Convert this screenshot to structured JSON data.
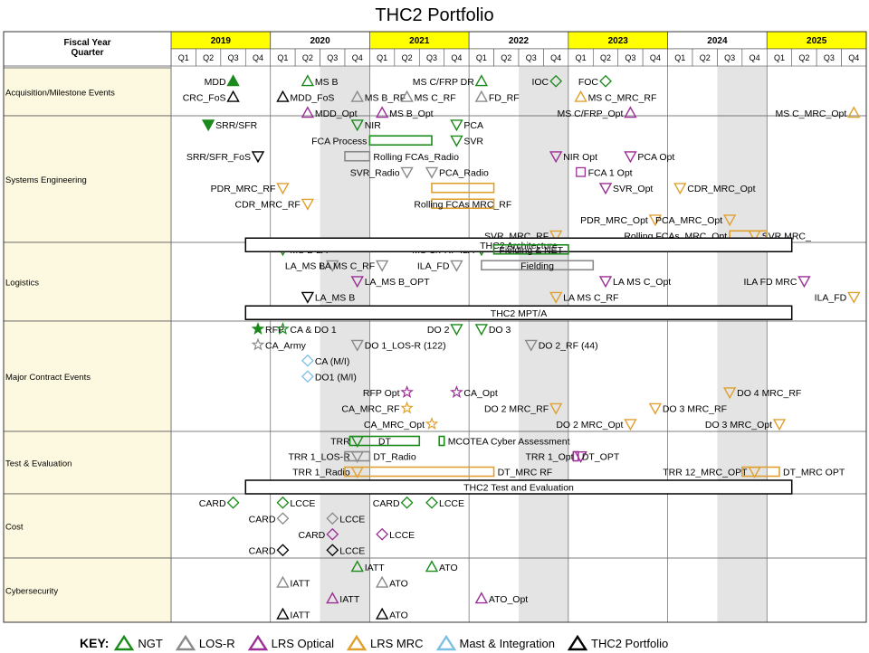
{
  "title": "THC2 Portfolio",
  "header": {
    "fiscal_label": "Fiscal Year\nQuarter",
    "years": [
      "2019",
      "2020",
      "2021",
      "2022",
      "2023",
      "2024",
      "2025"
    ],
    "highlight_years": [
      "2019",
      "2021",
      "2023",
      "2025"
    ],
    "quarters": [
      "Q1",
      "Q2",
      "Q3",
      "Q4"
    ]
  },
  "colors": {
    "NGT": "#1a8a1a",
    "LOS-R": "#8a8a8a",
    "LRS Optical": "#9b2f96",
    "LRS MRC": "#e0a030",
    "Mast & Integration": "#7ec0e4",
    "THC2 Portfolio": "#000000",
    "year_highlight": "#ffff00",
    "shade": "#e4e4e4"
  },
  "sections": [
    {
      "name": "Acquisition/Milestone Events",
      "rows": 3
    },
    {
      "name": "Systems Engineering",
      "rows": 8
    },
    {
      "name": "Logistics",
      "rows": 5
    },
    {
      "name": "Major Contract Events",
      "rows": 7
    },
    {
      "name": "Test & Evaluation",
      "rows": 4
    },
    {
      "name": "Cost",
      "rows": 4
    },
    {
      "name": "Cybersecurity",
      "rows": 4
    }
  ],
  "events": [
    {
      "s": 0,
      "r": 0,
      "q": 2,
      "shape": "tri-up",
      "fill": true,
      "c": "NGT",
      "label": "MDD",
      "side": "left"
    },
    {
      "s": 0,
      "r": 0,
      "q": 5,
      "shape": "tri-up",
      "c": "NGT",
      "label": "MS B",
      "side": "right"
    },
    {
      "s": 0,
      "r": 0,
      "q": 12,
      "shape": "tri-up",
      "c": "NGT",
      "label": "MS C/FRP DR",
      "side": "left"
    },
    {
      "s": 0,
      "r": 0,
      "q": 15,
      "shape": "diamond",
      "c": "NGT",
      "label": "IOC",
      "side": "left"
    },
    {
      "s": 0,
      "r": 0,
      "q": 17,
      "shape": "diamond",
      "c": "NGT",
      "label": "FOC",
      "side": "left"
    },
    {
      "s": 0,
      "r": 1,
      "q": 2,
      "shape": "tri-up",
      "c": "THC2 Portfolio",
      "label": "CRC_FoS",
      "side": "left"
    },
    {
      "s": 0,
      "r": 1,
      "q": 4,
      "shape": "tri-up",
      "c": "THC2 Portfolio",
      "label": "MDD_FoS",
      "side": "right"
    },
    {
      "s": 0,
      "r": 1,
      "q": 7,
      "shape": "tri-up",
      "c": "LOS-R",
      "label": "MS B_RF",
      "side": "right"
    },
    {
      "s": 0,
      "r": 1,
      "q": 9,
      "shape": "tri-up",
      "c": "LOS-R",
      "label": "MS C_RF",
      "side": "right"
    },
    {
      "s": 0,
      "r": 1,
      "q": 12,
      "shape": "tri-up",
      "c": "LOS-R",
      "label": "FD_RF",
      "side": "right"
    },
    {
      "s": 0,
      "r": 1,
      "q": 16,
      "shape": "tri-up",
      "c": "LRS MRC",
      "label": "MS C_MRC_RF",
      "side": "right"
    },
    {
      "s": 0,
      "r": 2,
      "q": 5,
      "shape": "tri-up",
      "c": "LRS Optical",
      "label": "MDD_Opt",
      "side": "right"
    },
    {
      "s": 0,
      "r": 2,
      "q": 8,
      "shape": "tri-up",
      "c": "LRS Optical",
      "label": "MS B_Opt",
      "side": "right"
    },
    {
      "s": 0,
      "r": 2,
      "q": 18,
      "shape": "tri-up",
      "c": "LRS Optical",
      "label": "MS C/FRP_Opt",
      "side": "left"
    },
    {
      "s": 0,
      "r": 2,
      "q": 27,
      "shape": "tri-up",
      "c": "LRS MRC",
      "label": "MS C_MRC_Opt",
      "side": "left"
    },
    {
      "s": 1,
      "r": 0,
      "q": 1,
      "shape": "tri-down",
      "fill": true,
      "c": "NGT",
      "label": "SRR/SFR",
      "side": "right"
    },
    {
      "s": 1,
      "r": 0,
      "q": 7,
      "shape": "tri-down",
      "c": "NGT",
      "label": "NIR",
      "side": "right"
    },
    {
      "s": 1,
      "r": 0,
      "q": 11,
      "shape": "tri-down",
      "c": "NGT",
      "label": "PCA",
      "side": "right"
    },
    {
      "s": 1,
      "r": 1,
      "q": 11,
      "shape": "tri-down",
      "c": "NGT",
      "label": "SVR",
      "side": "right"
    },
    {
      "s": 1,
      "r": 2,
      "q": 3,
      "shape": "tri-down",
      "c": "THC2 Portfolio",
      "label": "SRR/SFR_FoS",
      "side": "left"
    },
    {
      "s": 1,
      "r": 2,
      "q": 15,
      "shape": "tri-down",
      "c": "LRS Optical",
      "label": "NIR Opt",
      "side": "right"
    },
    {
      "s": 1,
      "r": 2,
      "q": 18,
      "shape": "tri-down",
      "c": "LRS Optical",
      "label": "PCA Opt",
      "side": "right"
    },
    {
      "s": 1,
      "r": 3,
      "q": 9,
      "shape": "tri-down",
      "c": "LOS-R",
      "label": "SVR_Radio",
      "side": "left"
    },
    {
      "s": 1,
      "r": 3,
      "q": 10,
      "shape": "tri-down",
      "c": "LOS-R",
      "label": "PCA_Radio",
      "side": "right"
    },
    {
      "s": 1,
      "r": 3,
      "q": 16,
      "shape": "square",
      "c": "LRS Optical",
      "label": "FCA 1 Opt",
      "side": "right"
    },
    {
      "s": 1,
      "r": 4,
      "q": 4,
      "shape": "tri-down",
      "c": "LRS MRC",
      "label": "PDR_MRC_RF",
      "side": "left"
    },
    {
      "s": 1,
      "r": 4,
      "q": 17,
      "shape": "tri-down",
      "c": "LRS Optical",
      "label": "SVR_Opt",
      "side": "right"
    },
    {
      "s": 1,
      "r": 4,
      "q": 20,
      "shape": "tri-down",
      "c": "LRS MRC",
      "label": "CDR_MRC_Opt",
      "side": "right"
    },
    {
      "s": 1,
      "r": 5,
      "q": 5,
      "shape": "tri-down",
      "c": "LRS MRC",
      "label": "CDR_MRC_RF",
      "side": "left"
    },
    {
      "s": 1,
      "r": 6,
      "q": 19,
      "shape": "tri-down",
      "c": "LRS MRC",
      "label": "PDR_MRC_Opt",
      "side": "left"
    },
    {
      "s": 1,
      "r": 6,
      "q": 22,
      "shape": "tri-down",
      "c": "LRS MRC",
      "label": "PCA_MRC_Opt",
      "side": "left"
    },
    {
      "s": 1,
      "r": 7,
      "q": 15,
      "shape": "tri-down",
      "c": "LRS MRC",
      "label": "SVR_MRC_RF",
      "side": "left"
    },
    {
      "s": 1,
      "r": 7,
      "q": 23,
      "shape": "tri-down",
      "c": "LRS MRC",
      "label": "SVR MRC_",
      "side": "right"
    },
    {
      "s": 2,
      "r": 0,
      "q": 4,
      "shape": "tri-down",
      "c": "NGT",
      "label": "MS B LA",
      "side": "right"
    },
    {
      "s": 2,
      "r": 0,
      "q": 12,
      "shape": "tri-down",
      "c": "NGT",
      "label": "MS C/FRP ILA",
      "side": "left"
    },
    {
      "s": 2,
      "r": 1,
      "q": 6,
      "shape": "tri-down",
      "c": "LOS-R",
      "label": "LA_MS B",
      "side": "left"
    },
    {
      "s": 2,
      "r": 1,
      "q": 8,
      "shape": "tri-down",
      "c": "LOS-R",
      "label": "LA MS C_RF",
      "side": "left"
    },
    {
      "s": 2,
      "r": 1,
      "q": 11,
      "shape": "tri-down",
      "c": "LOS-R",
      "label": "ILA_FD",
      "side": "left"
    },
    {
      "s": 2,
      "r": 2,
      "q": 7,
      "shape": "tri-down",
      "c": "LRS Optical",
      "label": "LA_MS B_OPT",
      "side": "right"
    },
    {
      "s": 2,
      "r": 2,
      "q": 17,
      "shape": "tri-down",
      "c": "LRS Optical",
      "label": "LA MS C_Opt",
      "side": "right"
    },
    {
      "s": 2,
      "r": 2,
      "q": 25,
      "shape": "tri-down",
      "c": "LRS Optical",
      "label": "ILA FD MRC",
      "side": "left"
    },
    {
      "s": 2,
      "r": 3,
      "q": 5,
      "shape": "tri-down",
      "c": "THC2 Portfolio",
      "label": "LA_MS B",
      "side": "right"
    },
    {
      "s": 2,
      "r": 3,
      "q": 15,
      "shape": "tri-down",
      "c": "LRS MRC",
      "label": "LA MS C_RF",
      "side": "right"
    },
    {
      "s": 2,
      "r": 3,
      "q": 27,
      "shape": "tri-down",
      "c": "LRS MRC",
      "label": "ILA_FD",
      "side": "left"
    },
    {
      "s": 3,
      "r": 0,
      "q": 3,
      "shape": "star",
      "fill": true,
      "c": "NGT",
      "label": "RFP",
      "side": "right"
    },
    {
      "s": 3,
      "r": 0,
      "q": 4,
      "shape": "star",
      "c": "NGT",
      "label": "CA & DO 1",
      "side": "right"
    },
    {
      "s": 3,
      "r": 0,
      "q": 11,
      "shape": "tri-down",
      "c": "NGT",
      "label": "DO 2",
      "side": "left"
    },
    {
      "s": 3,
      "r": 0,
      "q": 12,
      "shape": "tri-down",
      "c": "NGT",
      "label": "DO 3",
      "side": "right"
    },
    {
      "s": 3,
      "r": 1,
      "q": 3,
      "shape": "star",
      "c": "LOS-R",
      "label": "CA_Army",
      "side": "right"
    },
    {
      "s": 3,
      "r": 1,
      "q": 7,
      "shape": "tri-down",
      "c": "LOS-R",
      "label": "DO 1_LOS-R (122)",
      "side": "right"
    },
    {
      "s": 3,
      "r": 1,
      "q": 14,
      "shape": "tri-down",
      "c": "LOS-R",
      "label": "DO 2_RF (44)",
      "side": "right"
    },
    {
      "s": 3,
      "r": 2,
      "q": 5,
      "shape": "diamond",
      "c": "Mast & Integration",
      "label": "CA (M/I)",
      "side": "right"
    },
    {
      "s": 3,
      "r": 3,
      "q": 5,
      "shape": "diamond",
      "c": "Mast & Integration",
      "label": "DO1 (M/I)",
      "side": "right"
    },
    {
      "s": 3,
      "r": 4,
      "q": 9,
      "shape": "star",
      "c": "LRS Optical",
      "label": "RFP Opt",
      "side": "left"
    },
    {
      "s": 3,
      "r": 4,
      "q": 11,
      "shape": "star",
      "c": "LRS Optical",
      "label": "CA_Opt",
      "side": "right"
    },
    {
      "s": 3,
      "r": 4,
      "q": 22,
      "shape": "tri-down",
      "c": "LRS MRC",
      "label": "DO 4 MRC_RF",
      "side": "right"
    },
    {
      "s": 3,
      "r": 5,
      "q": 9,
      "shape": "star",
      "c": "LRS MRC",
      "label": "CA_MRC_RF",
      "side": "left"
    },
    {
      "s": 3,
      "r": 5,
      "q": 15,
      "shape": "tri-down",
      "c": "LRS MRC",
      "label": "DO 2 MRC_RF",
      "side": "left"
    },
    {
      "s": 3,
      "r": 5,
      "q": 19,
      "shape": "tri-down",
      "c": "LRS MRC",
      "label": "DO 3 MRC_RF",
      "side": "right"
    },
    {
      "s": 3,
      "r": 6,
      "q": 10,
      "shape": "star",
      "c": "LRS MRC",
      "label": "CA_MRC_Opt",
      "side": "left"
    },
    {
      "s": 3,
      "r": 6,
      "q": 18,
      "shape": "tri-down",
      "c": "LRS MRC",
      "label": "DO 2 MRC_Opt",
      "side": "left"
    },
    {
      "s": 3,
      "r": 6,
      "q": 24,
      "shape": "tri-down",
      "c": "LRS MRC",
      "label": "DO 3 MRC_Opt",
      "side": "left"
    },
    {
      "s": 4,
      "r": 0,
      "q": 7,
      "shape": "tri-down",
      "c": "NGT",
      "label": "TRR",
      "side": "left"
    },
    {
      "s": 4,
      "r": 1,
      "q": 7,
      "shape": "tri-down",
      "c": "LOS-R",
      "label": "TRR 1_LOS-R",
      "side": "left"
    },
    {
      "s": 4,
      "r": 1,
      "q": 16,
      "shape": "tri-down",
      "c": "LRS Optical",
      "label": "TRR 1_Opt",
      "side": "left"
    },
    {
      "s": 4,
      "r": 2,
      "q": 7,
      "shape": "tri-down",
      "c": "LRS MRC",
      "label": "TRR 1_Radio",
      "side": "left"
    },
    {
      "s": 4,
      "r": 2,
      "q": 23,
      "shape": "tri-down",
      "c": "LRS MRC",
      "label": "TRR 12_MRC_OPT",
      "side": "left"
    },
    {
      "s": 5,
      "r": 0,
      "q": 2,
      "shape": "diamond",
      "c": "NGT",
      "label": "CARD",
      "side": "left"
    },
    {
      "s": 5,
      "r": 0,
      "q": 4,
      "shape": "diamond",
      "c": "NGT",
      "label": "LCCE",
      "side": "right"
    },
    {
      "s": 5,
      "r": 0,
      "q": 9,
      "shape": "diamond",
      "c": "NGT",
      "label": "CARD",
      "side": "left"
    },
    {
      "s": 5,
      "r": 0,
      "q": 10,
      "shape": "diamond",
      "c": "NGT",
      "label": "LCCE",
      "side": "right"
    },
    {
      "s": 5,
      "r": 1,
      "q": 4,
      "shape": "diamond",
      "c": "LOS-R",
      "label": "CARD",
      "side": "left"
    },
    {
      "s": 5,
      "r": 1,
      "q": 6,
      "shape": "diamond",
      "c": "LOS-R",
      "label": "LCCE",
      "side": "right"
    },
    {
      "s": 5,
      "r": 2,
      "q": 6,
      "shape": "diamond",
      "c": "LRS Optical",
      "label": "CARD",
      "side": "left"
    },
    {
      "s": 5,
      "r": 2,
      "q": 8,
      "shape": "diamond",
      "c": "LRS Optical",
      "label": "LCCE",
      "side": "right"
    },
    {
      "s": 5,
      "r": 3,
      "q": 4,
      "shape": "diamond",
      "c": "THC2 Portfolio",
      "label": "CARD",
      "side": "left"
    },
    {
      "s": 5,
      "r": 3,
      "q": 6,
      "shape": "diamond",
      "c": "THC2 Portfolio",
      "label": "LCCE",
      "side": "right"
    },
    {
      "s": 6,
      "r": 0,
      "q": 7,
      "shape": "tri-up",
      "c": "NGT",
      "label": "IATT",
      "side": "right"
    },
    {
      "s": 6,
      "r": 0,
      "q": 10,
      "shape": "tri-up",
      "c": "NGT",
      "label": "ATO",
      "side": "right"
    },
    {
      "s": 6,
      "r": 1,
      "q": 4,
      "shape": "tri-up",
      "c": "LOS-R",
      "label": "IATT",
      "side": "right"
    },
    {
      "s": 6,
      "r": 1,
      "q": 8,
      "shape": "tri-up",
      "c": "LOS-R",
      "label": "ATO",
      "side": "right"
    },
    {
      "s": 6,
      "r": 2,
      "q": 6,
      "shape": "tri-up",
      "c": "LRS Optical",
      "label": "IATT",
      "side": "right"
    },
    {
      "s": 6,
      "r": 2,
      "q": 12,
      "shape": "tri-up",
      "c": "LRS Optical",
      "label": "ATO_Opt",
      "side": "right"
    },
    {
      "s": 6,
      "r": 3,
      "q": 4,
      "shape": "tri-up",
      "c": "THC2 Portfolio",
      "label": "IATT",
      "side": "right"
    },
    {
      "s": 6,
      "r": 3,
      "q": 8,
      "shape": "tri-up",
      "c": "THC2 Portfolio",
      "label": "ATO",
      "side": "right"
    }
  ],
  "bars": [
    {
      "s": 1,
      "r": 1,
      "q0": 8,
      "q1": 10.5,
      "c": "NGT",
      "label": "FCA Process",
      "side": "left"
    },
    {
      "s": 1,
      "r": 2,
      "q0": 7,
      "q1": 8,
      "c": "LOS-R",
      "label": "Rolling FCAs_Radio",
      "side": "right"
    },
    {
      "s": 1,
      "r": 4,
      "q0": 10.5,
      "q1": 13,
      "c": "LRS MRC",
      "label": "",
      "side": "right"
    },
    {
      "s": 1,
      "r": 5,
      "q0": 10.5,
      "q1": 13,
      "c": "LRS MRC",
      "label": "Rolling FCAs MRC_RF",
      "side": "inside"
    },
    {
      "s": 1,
      "r": 7,
      "q0": 22.5,
      "q1": 24,
      "c": "LRS MRC",
      "label": "Rolling FCAs_MRC_Opt",
      "side": "left"
    },
    {
      "s": 1,
      "r": 7.6,
      "q0": 3,
      "q1": 25,
      "c": "THC2 Portfolio",
      "label": "THC2 Architecture",
      "side": "inside",
      "tall": true
    },
    {
      "s": 2,
      "r": 0,
      "q0": 13,
      "q1": 16,
      "c": "NGT",
      "label": "Fielding & NET",
      "side": "inside"
    },
    {
      "s": 2,
      "r": 1,
      "q0": 12.5,
      "q1": 17,
      "c": "LOS-R",
      "label": "Fielding",
      "side": "inside"
    },
    {
      "s": 2,
      "r": 4,
      "q0": 3,
      "q1": 25,
      "c": "THC2 Portfolio",
      "label": "THC2 MPT/A",
      "side": "inside",
      "tall": true
    },
    {
      "s": 4,
      "r": 0,
      "q0": 7.2,
      "q1": 10,
      "c": "NGT",
      "label": "DT",
      "side": "inside"
    },
    {
      "s": 4,
      "r": 0,
      "q0": 10.8,
      "q1": 11,
      "c": "NGT",
      "label": "MCOTEA Cyber Assessment",
      "side": "right"
    },
    {
      "s": 4,
      "r": 1,
      "q0": 7,
      "q1": 8,
      "c": "LOS-R",
      "label": "DT_Radio",
      "side": "right"
    },
    {
      "s": 4,
      "r": 1,
      "q0": 16.2,
      "q1": 16.4,
      "c": "LRS Optical",
      "label": "DT_OPT",
      "side": "right"
    },
    {
      "s": 4,
      "r": 2,
      "q0": 7,
      "q1": 13,
      "c": "LRS MRC",
      "label": "DT_MRC RF",
      "side": "right"
    },
    {
      "s": 4,
      "r": 2,
      "q0": 23,
      "q1": 24.5,
      "c": "LRS MRC",
      "label": "DT_MRC OPT",
      "side": "right"
    },
    {
      "s": 4,
      "r": 3,
      "q0": 3,
      "q1": 25,
      "c": "THC2 Portfolio",
      "label": "THC2 Test and Evaluation",
      "side": "inside",
      "tall": true
    }
  ],
  "legend": {
    "key_label": "KEY:",
    "items": [
      {
        "c": "NGT",
        "label": "NGT"
      },
      {
        "c": "LOS-R",
        "label": "LOS-R"
      },
      {
        "c": "LRS Optical",
        "label": "LRS Optical"
      },
      {
        "c": "LRS MRC",
        "label": "LRS MRC"
      },
      {
        "c": "Mast & Integration",
        "label": "Mast & Integration"
      },
      {
        "c": "THC2 Portfolio",
        "label": "THC2 Portfolio"
      }
    ]
  }
}
